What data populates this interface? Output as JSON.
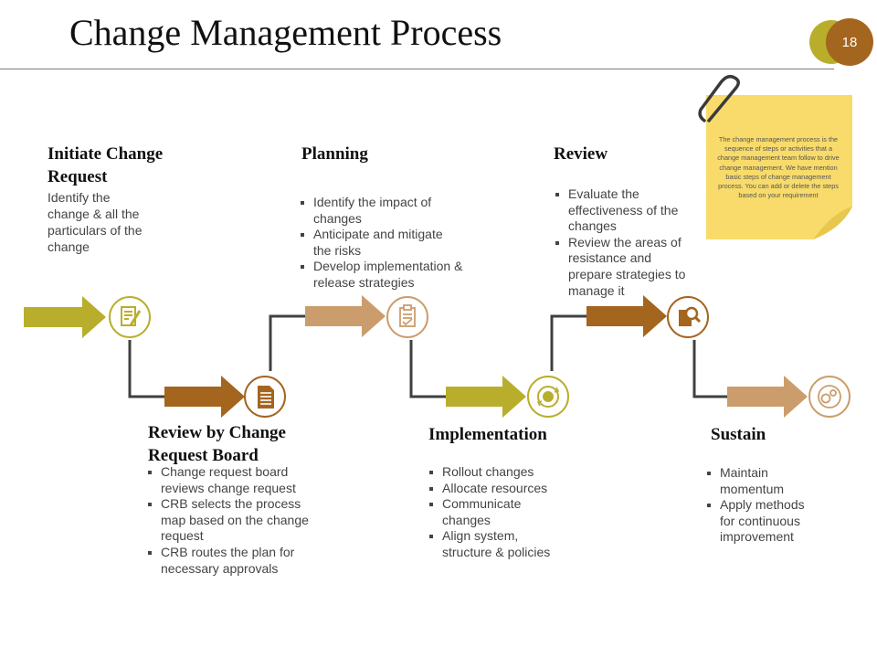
{
  "title": "Change Management Process",
  "page_number": "18",
  "note": "The change management process is the sequence of steps or activities that a change management team follow to drive change management. We have mention basic steps of change management process. You can add or delete the steps based on your requirement",
  "colors": {
    "olive": "#b9ae2c",
    "brown": "#a4651f",
    "tan": "#cb9d6c",
    "connector": "#404040",
    "note_yellow": "#f8db6a"
  },
  "stages": [
    {
      "heading": "Initiate  Change Request",
      "text": "Identify the change & all the particulars of the change",
      "icon": "document-edit-icon"
    },
    {
      "heading": "Review by Change Request Board",
      "bullets": [
        "Change request board reviews change request",
        "CRB  selects the process map based on the change request",
        "CRB routes the plan for necessary approvals"
      ],
      "icon": "document-list-icon"
    },
    {
      "heading": "Planning",
      "bullets": [
        "Identify the impact of changes",
        "Anticipate and mitigate the risks",
        "Develop implementation & release strategies"
      ],
      "icon": "clipboard-check-icon"
    },
    {
      "heading": "Implementation",
      "bullets": [
        "Rollout  changes",
        "Allocate resources",
        "Communicate changes",
        "Align system, structure & policies"
      ],
      "icon": "gear-cycle-icon"
    },
    {
      "heading": "Review",
      "bullets": [
        "Evaluate the effectiveness of the changes",
        "Review the areas of resistance and prepare strategies to manage it"
      ],
      "icon": "magnifier-document-icon"
    },
    {
      "heading": "Sustain",
      "bullets": [
        "Maintain momentum",
        "Apply methods for continuous improvement"
      ],
      "icon": "gears-icon"
    }
  ]
}
